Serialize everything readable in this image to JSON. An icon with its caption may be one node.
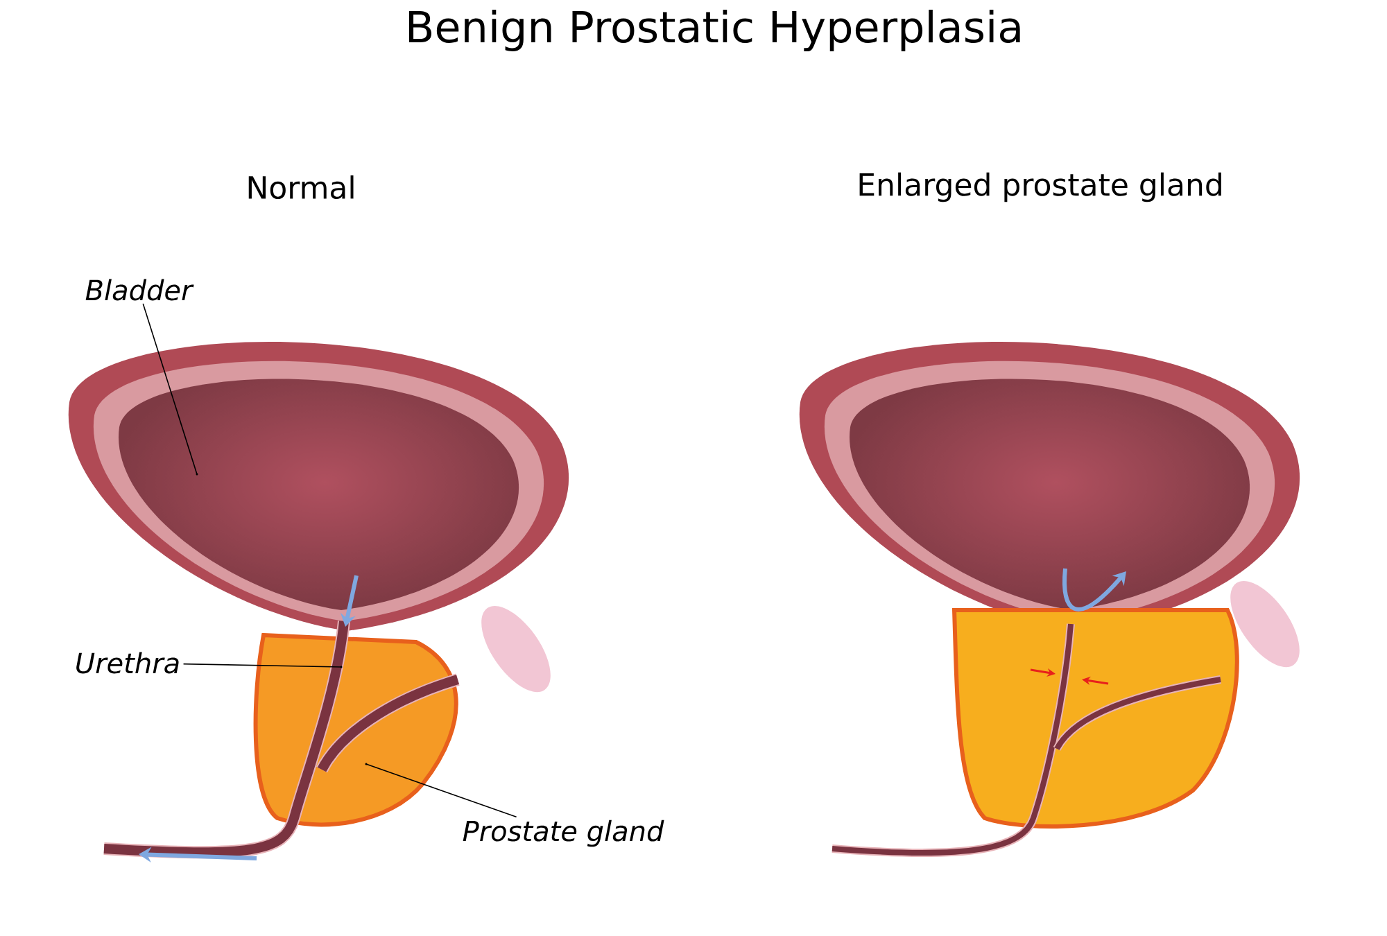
{
  "diagram": {
    "title": "Benign Prostatic Hyperplasia",
    "nodes": [
      {
        "text": [
          "Bladder"
        ]
      },
      {
        "text": [],
        "shape": "picture"
      },
      {
        "text": [
          "Urethra"
        ]
      },
      {
        "text": [],
        "shape": "picture"
      },
      {
        "text": [
          "Prostate gland"
        ]
      },
      {
        "text": [],
        "shape": "picture"
      }
    ],
    "edges": [
      {
        "from": 0,
        "to": 1,
        "arrow": "none"
      },
      {
        "from": 2,
        "to": 3,
        "arrow": "none"
      },
      {
        "from": 4,
        "to": 5,
        "arrow": "none"
      }
    ],
    "labels": [
      "Normal",
      "Enlarged prostate gland"
    ]
  }
}
